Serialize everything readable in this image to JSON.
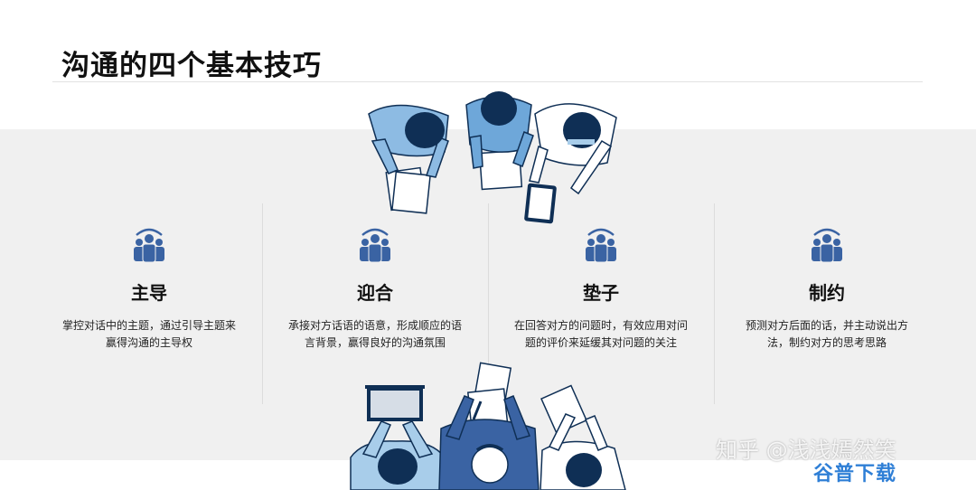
{
  "page_title": "沟通的四个基本技巧",
  "colors": {
    "accent_blue": "#3a63a3",
    "light_blue": "#a8cdea",
    "navy": "#0f2f55",
    "band_gray": "#f0f0f0"
  },
  "items": [
    {
      "icon": "team-icon",
      "title": "主导",
      "desc": "掌控对话中的主题，通过引导主题来赢得沟通的主导权"
    },
    {
      "icon": "team-icon",
      "title": "迎合",
      "desc": "承接对方话语的语意，形成顺应的语言背景，赢得良好的沟通氛围"
    },
    {
      "icon": "team-icon",
      "title": "垫子",
      "desc": "在回答对方的问题时，有效应用对问题的评价来延缓其对问题的关注"
    },
    {
      "icon": "team-icon",
      "title": "制约",
      "desc": "预测对方后面的话，并主动说出方法，制约对方的思考思路"
    }
  ],
  "watermark": "知乎 @浅浅嫣然笑",
  "badge": "谷普下载"
}
